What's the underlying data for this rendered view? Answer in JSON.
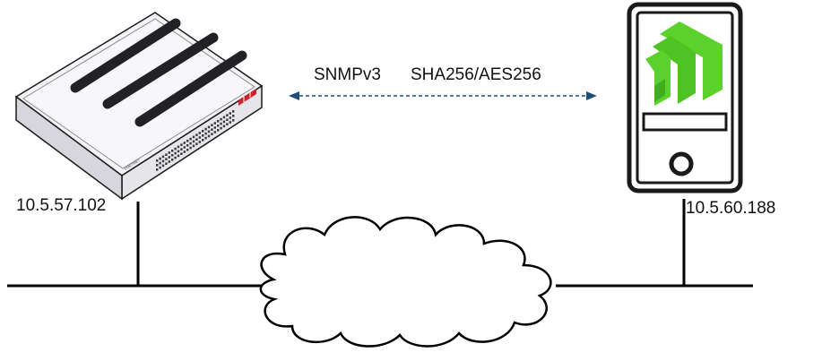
{
  "protocol": {
    "name": "SNMPv3",
    "security": "SHA256/AES256"
  },
  "devices": {
    "switch": {
      "ip": "10.5.57.102",
      "icon": "network-switch-icon",
      "brand_text": "FORTINET"
    },
    "server": {
      "ip": "10.5.60.188",
      "icon": "server-tower-icon",
      "logo": "green-chevron-logo"
    }
  },
  "network": {
    "icon": "network-cloud-icon"
  },
  "colors": {
    "link_arrow": "#1f4e79",
    "logo_green": "#5bd12c",
    "brand_red": "#d0202a",
    "line": "#000000"
  }
}
